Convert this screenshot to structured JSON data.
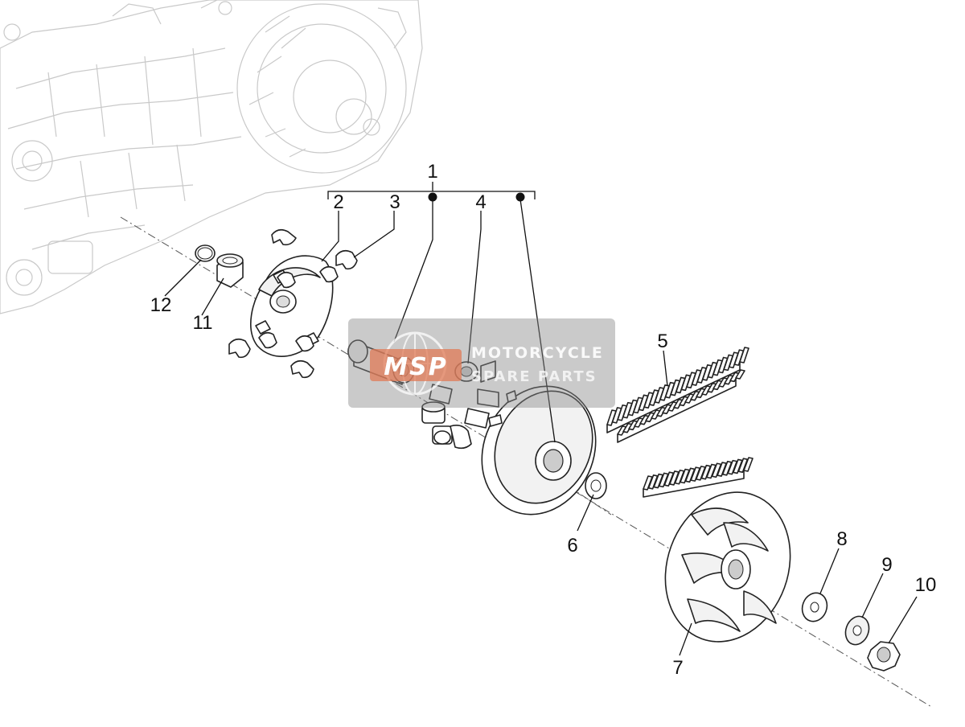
{
  "diagram": {
    "callouts": [
      {
        "id": "1",
        "label": "1"
      },
      {
        "id": "2",
        "label": "2"
      },
      {
        "id": "3",
        "label": "3"
      },
      {
        "id": "4",
        "label": "4"
      },
      {
        "id": "5",
        "label": "5"
      },
      {
        "id": "6",
        "label": "6"
      },
      {
        "id": "7",
        "label": "7"
      },
      {
        "id": "8",
        "label": "8"
      },
      {
        "id": "9",
        "label": "9"
      },
      {
        "id": "10",
        "label": "10"
      },
      {
        "id": "11",
        "label": "11"
      },
      {
        "id": "12",
        "label": "12"
      }
    ]
  },
  "watermark": {
    "logo_text": "MSP",
    "line1": "MOTORCYCLE",
    "line2": "SPARE PARTS",
    "colors": {
      "box": "#8a8a8a",
      "logo": "#e07a55"
    }
  }
}
